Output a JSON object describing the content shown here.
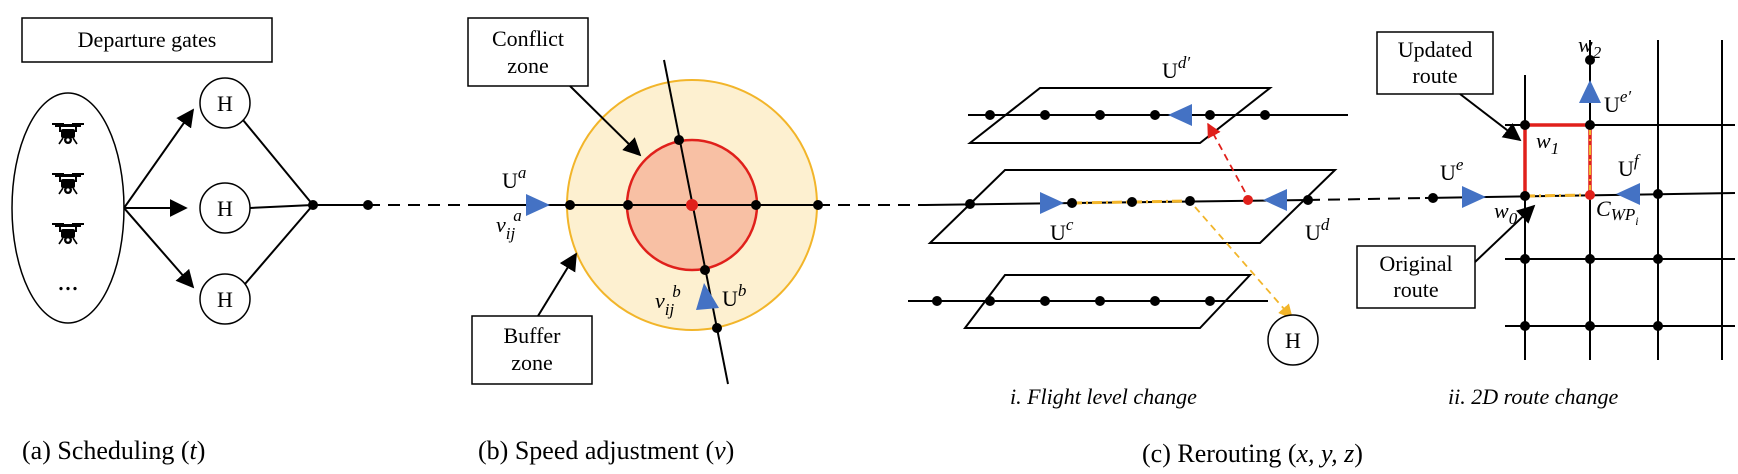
{
  "colors": {
    "black": "#000000",
    "arrow_blue": "#4472C4",
    "conflict_fill": "#F8C0A4",
    "conflict_stroke": "#E0201B",
    "buffer_fill": "#FDF0D0",
    "buffer_stroke": "#F2B52A",
    "red_node": "#E0201B",
    "updated_route": "#E0201B",
    "original_route": "#F2B52A"
  },
  "scheduling": {
    "gates_label": "Departure gates",
    "more": "...",
    "hub": "H",
    "caption_prefix": "(a) Scheduling (",
    "caption_var": "t",
    "caption_suffix": ")",
    "drone_icon": "drone-icon"
  },
  "speed": {
    "conflict_label_1": "Conflict",
    "conflict_label_2": "zone",
    "buffer_label_1": "Buffer",
    "buffer_label_2": "zone",
    "ua": "U",
    "ua_sup": "a",
    "va": "v",
    "va_sub": "ij",
    "va_sup": "a",
    "ub": "U",
    "ub_sup": "b",
    "vb": "v",
    "vb_sub": "ij",
    "vb_sup": "b",
    "caption_prefix": "(b) Speed adjustment (",
    "caption_var": "v",
    "caption_suffix": ")"
  },
  "flight_level": {
    "ud": "U",
    "ud_sup": "d",
    "udp": "U",
    "udp_sup": "d′",
    "uc": "U",
    "uc_sup": "c",
    "hub": "H",
    "caption": "i. Flight level change"
  },
  "route": {
    "updated_1": "Updated",
    "updated_2": "route",
    "original_1": "Original",
    "original_2": "route",
    "ue": "U",
    "ue_sup": "e",
    "uep": "U",
    "uep_sup": "e′",
    "uf": "U",
    "uf_sup": "f",
    "w0": "w",
    "w0_sub": "0",
    "w1": "w",
    "w1_sub": "1",
    "w2": "w",
    "w2_sub": "2",
    "cwp": "C",
    "cwp_sub": "WP",
    "cwp_subsub": "i",
    "caption": "ii. 2D route change"
  },
  "rerouting": {
    "caption_prefix": "(c) Rerouting (",
    "caption_var": "x, y, z",
    "caption_suffix": ")"
  }
}
